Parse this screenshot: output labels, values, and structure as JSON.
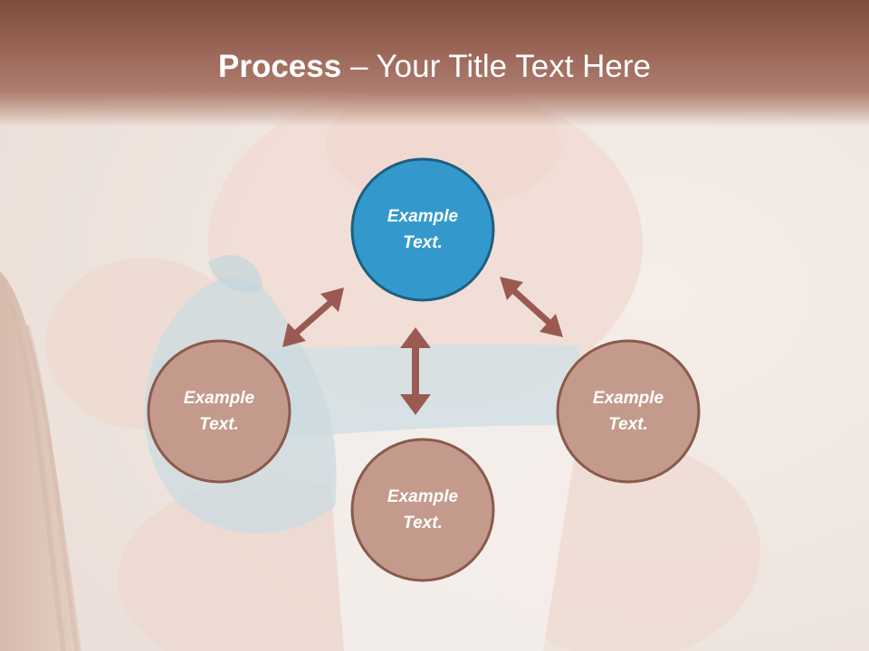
{
  "slide": {
    "title_bold": "Process",
    "title_rest": " – Your Title Text Here"
  },
  "nodes": [
    {
      "id": "top",
      "line1": "Example",
      "line2": "Text.",
      "fill": "#3399cc",
      "stroke": "#1f5e7e"
    },
    {
      "id": "left",
      "line1": "Example",
      "line2": "Text.",
      "fill": "#c49a8c",
      "stroke": "#8a5a4c"
    },
    {
      "id": "bottom",
      "line1": "Example",
      "line2": "Text.",
      "fill": "#c49a8c",
      "stroke": "#8a5a4c"
    },
    {
      "id": "right",
      "line1": "Example",
      "line2": "Text.",
      "fill": "#c49a8c",
      "stroke": "#8a5a4c"
    }
  ],
  "colors": {
    "title_bar": "#8e5a4a",
    "arrow": "#9a5a52",
    "accent_blue": "#3399cc"
  },
  "icons": {
    "arrows": "double-headed-arrow-icon",
    "background": "baby-photo-background"
  }
}
